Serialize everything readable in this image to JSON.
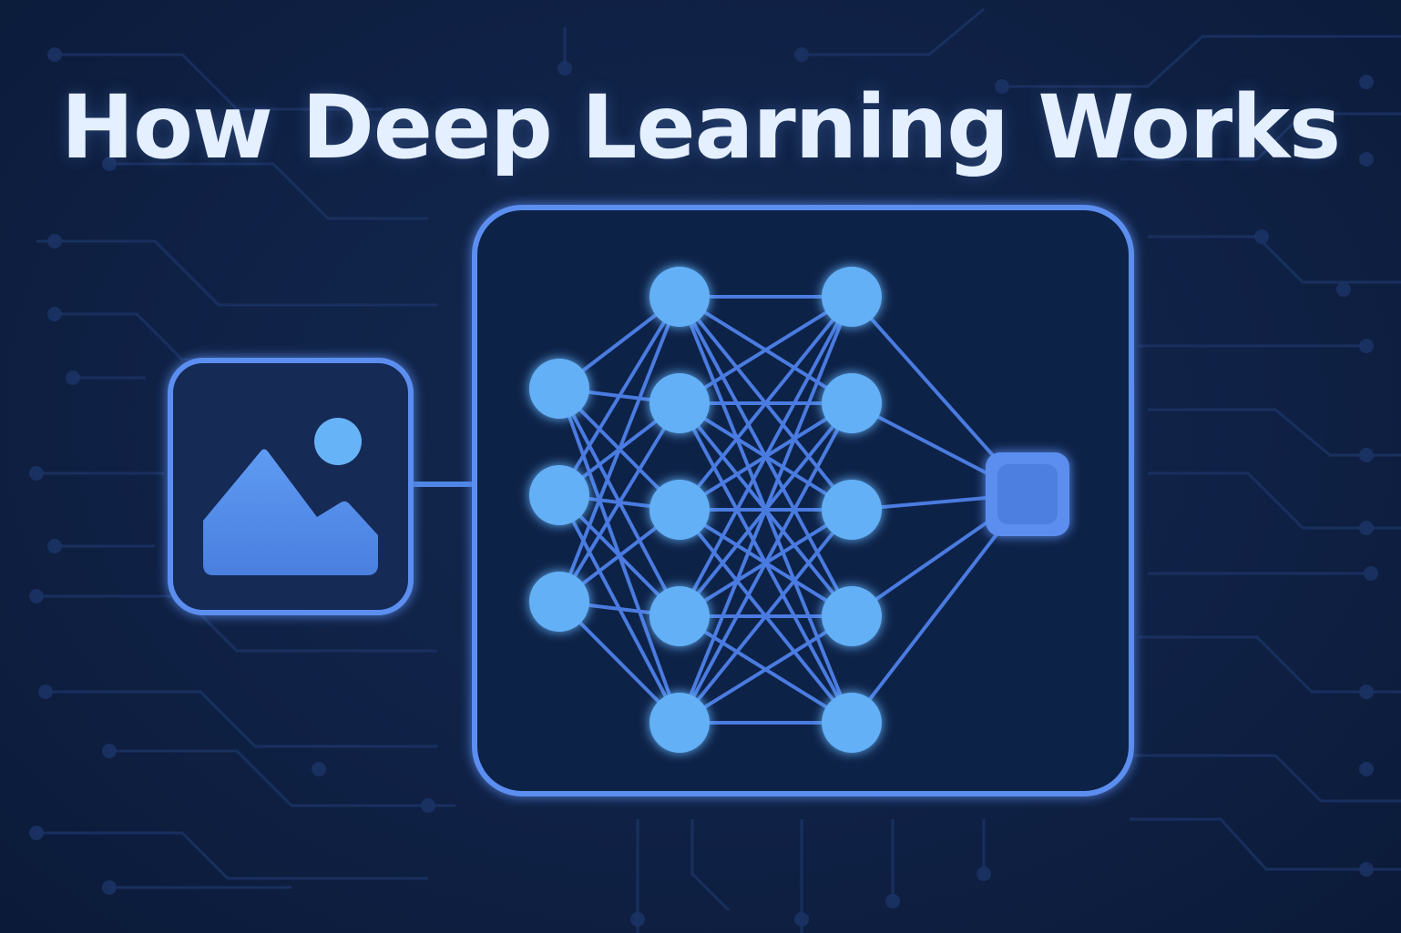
{
  "title": "How Deep Learning Works",
  "colors": {
    "background": "#0f2145",
    "accent": "#5b8ef0",
    "node": "#63b0f7",
    "edge": "#4a7be0",
    "title": "#e4efff"
  },
  "diagram": {
    "input": {
      "icon": "image-icon"
    },
    "network": {
      "layers": [
        3,
        5,
        5
      ],
      "output": {
        "icon": "output-square-icon"
      }
    }
  }
}
